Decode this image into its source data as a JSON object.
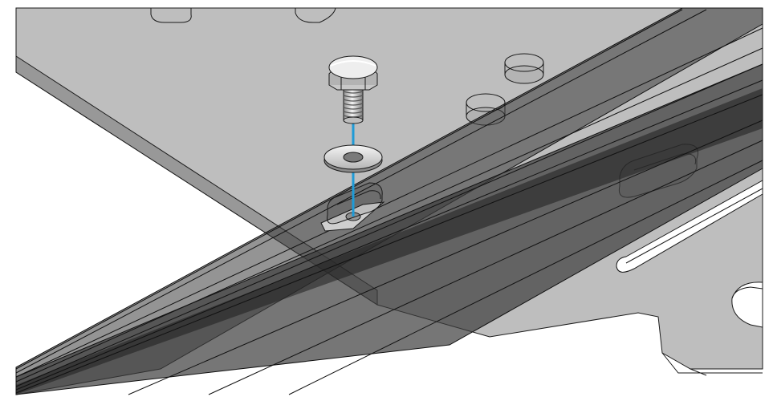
{
  "scene": {
    "background_color": "#ffffff",
    "parts": [
      {
        "id": "mounting-plate",
        "material": "translucent-gray",
        "color": "#a8a8a8"
      },
      {
        "id": "aluminum-extrusion-rail",
        "material": "translucent-dark-gray",
        "color": "#3c3c3c"
      },
      {
        "id": "hex-bolt",
        "material": "metal",
        "color": "#d9d9d9"
      },
      {
        "id": "flat-washer",
        "material": "metal",
        "color": "#e6e6e6"
      },
      {
        "id": "t-nut",
        "material": "metal",
        "color": "#bfbfbf"
      }
    ],
    "fastener_axis_color": "#1e9bd7",
    "edge_color": "#1a1a1a"
  }
}
